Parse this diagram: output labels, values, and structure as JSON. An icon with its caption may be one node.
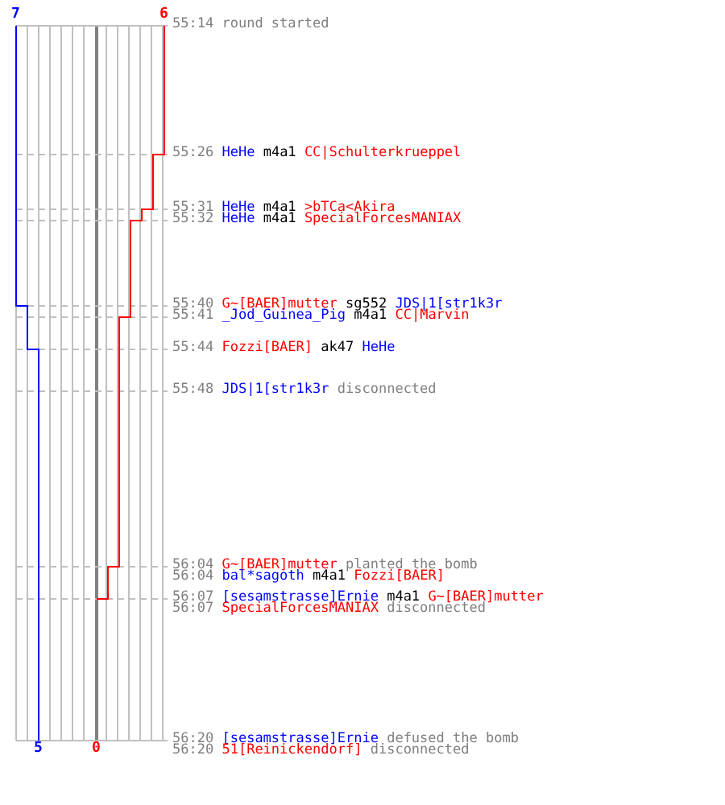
{
  "diagram": {
    "labels": [
      "7",
      "6",
      "55:14",
      "round started",
      "55:26",
      "HeHe",
      "m4a1",
      "CC|Schulterkrueppel",
      "55:31",
      "HeHe",
      "m4a1",
      ">bTCa<Akira",
      "55:32",
      "HeHe",
      "m4a1",
      "SpecialForcesMANIAX",
      "55:40",
      "G~[BAER]mutter",
      "sg552",
      "JDS|1[str1k3r",
      "55:41",
      "_Jod_Guinea_Pig",
      "m4a1",
      "CC|Marvin",
      "55:44",
      "Fozzi[BAER]",
      "ak47",
      "HeHe",
      "55:48",
      "JDS|1[str1k3r",
      "disconnected",
      "56:04",
      "G~[BAER]mutter",
      "planted the bomb",
      "56:04",
      "bal*sagoth",
      "m4a1",
      "Fozzi[BAER]",
      "56:07",
      "[sesamstrasse]Ernie",
      "m4a1",
      "G~[BAER]mutter",
      "56:07",
      "SpecialForcesMANIAX",
      "disconnected",
      "5",
      "0",
      "56:20",
      "[sesamstrasse]Ernie",
      "defused the bomb",
      "56:20",
      "51[Reinickendorf]",
      "disconnected"
    ]
  }
}
